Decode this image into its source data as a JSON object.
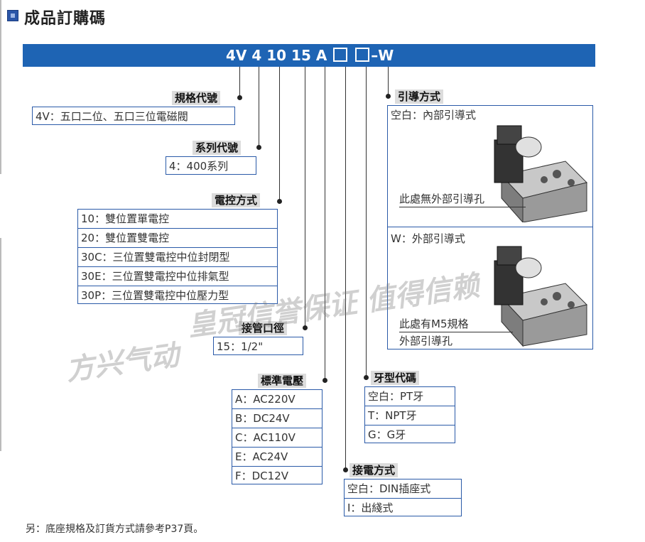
{
  "title": "成品訂購碼",
  "code": {
    "prefix": "4V 4 10 15 A",
    "suffix": "–W"
  },
  "model": {
    "label": "規格代號",
    "rows": [
      "4V：五口二位、五口三位電磁閥"
    ]
  },
  "series": {
    "label": "系列代號",
    "rows": [
      "4：400系列"
    ]
  },
  "control": {
    "label": "電控方式",
    "rows": [
      "10：雙位置單電控",
      "20：雙位置雙電控",
      "30C：三位置雙電控中位封閉型",
      "30E：三位置雙電控中位排氣型",
      "30P：三位置雙電控中位壓力型"
    ]
  },
  "port": {
    "label": "接管口徑",
    "rows": [
      "15：1/2\""
    ]
  },
  "voltage": {
    "label": "標準電壓",
    "rows": [
      "A：AC220V",
      "B：DC24V",
      "C：AC110V",
      "E：AC24V",
      "F：DC12V"
    ]
  },
  "connection": {
    "label": "接電方式",
    "rows": [
      "空白：DIN插座式",
      "I：出綫式"
    ]
  },
  "thread": {
    "label": "牙型代碼",
    "rows": [
      "空白：PT牙",
      "T：NPT牙",
      "G：G牙"
    ]
  },
  "pilot": {
    "label": "引導方式",
    "internal": {
      "title": "空白：內部引導式",
      "caption": "此處無外部引導孔"
    },
    "external": {
      "title": "W：外部引導式",
      "caption1": "此處有M5規格",
      "caption2": "外部引導孔"
    }
  },
  "note": "另：底座規格及訂貨方式請參考P37頁。",
  "watermark": {
    "left": "方兴气动",
    "right": "皇冠信誉保证 值得信赖"
  },
  "colors": {
    "banner": "#1e64b4",
    "border": "#2a5aa8"
  }
}
